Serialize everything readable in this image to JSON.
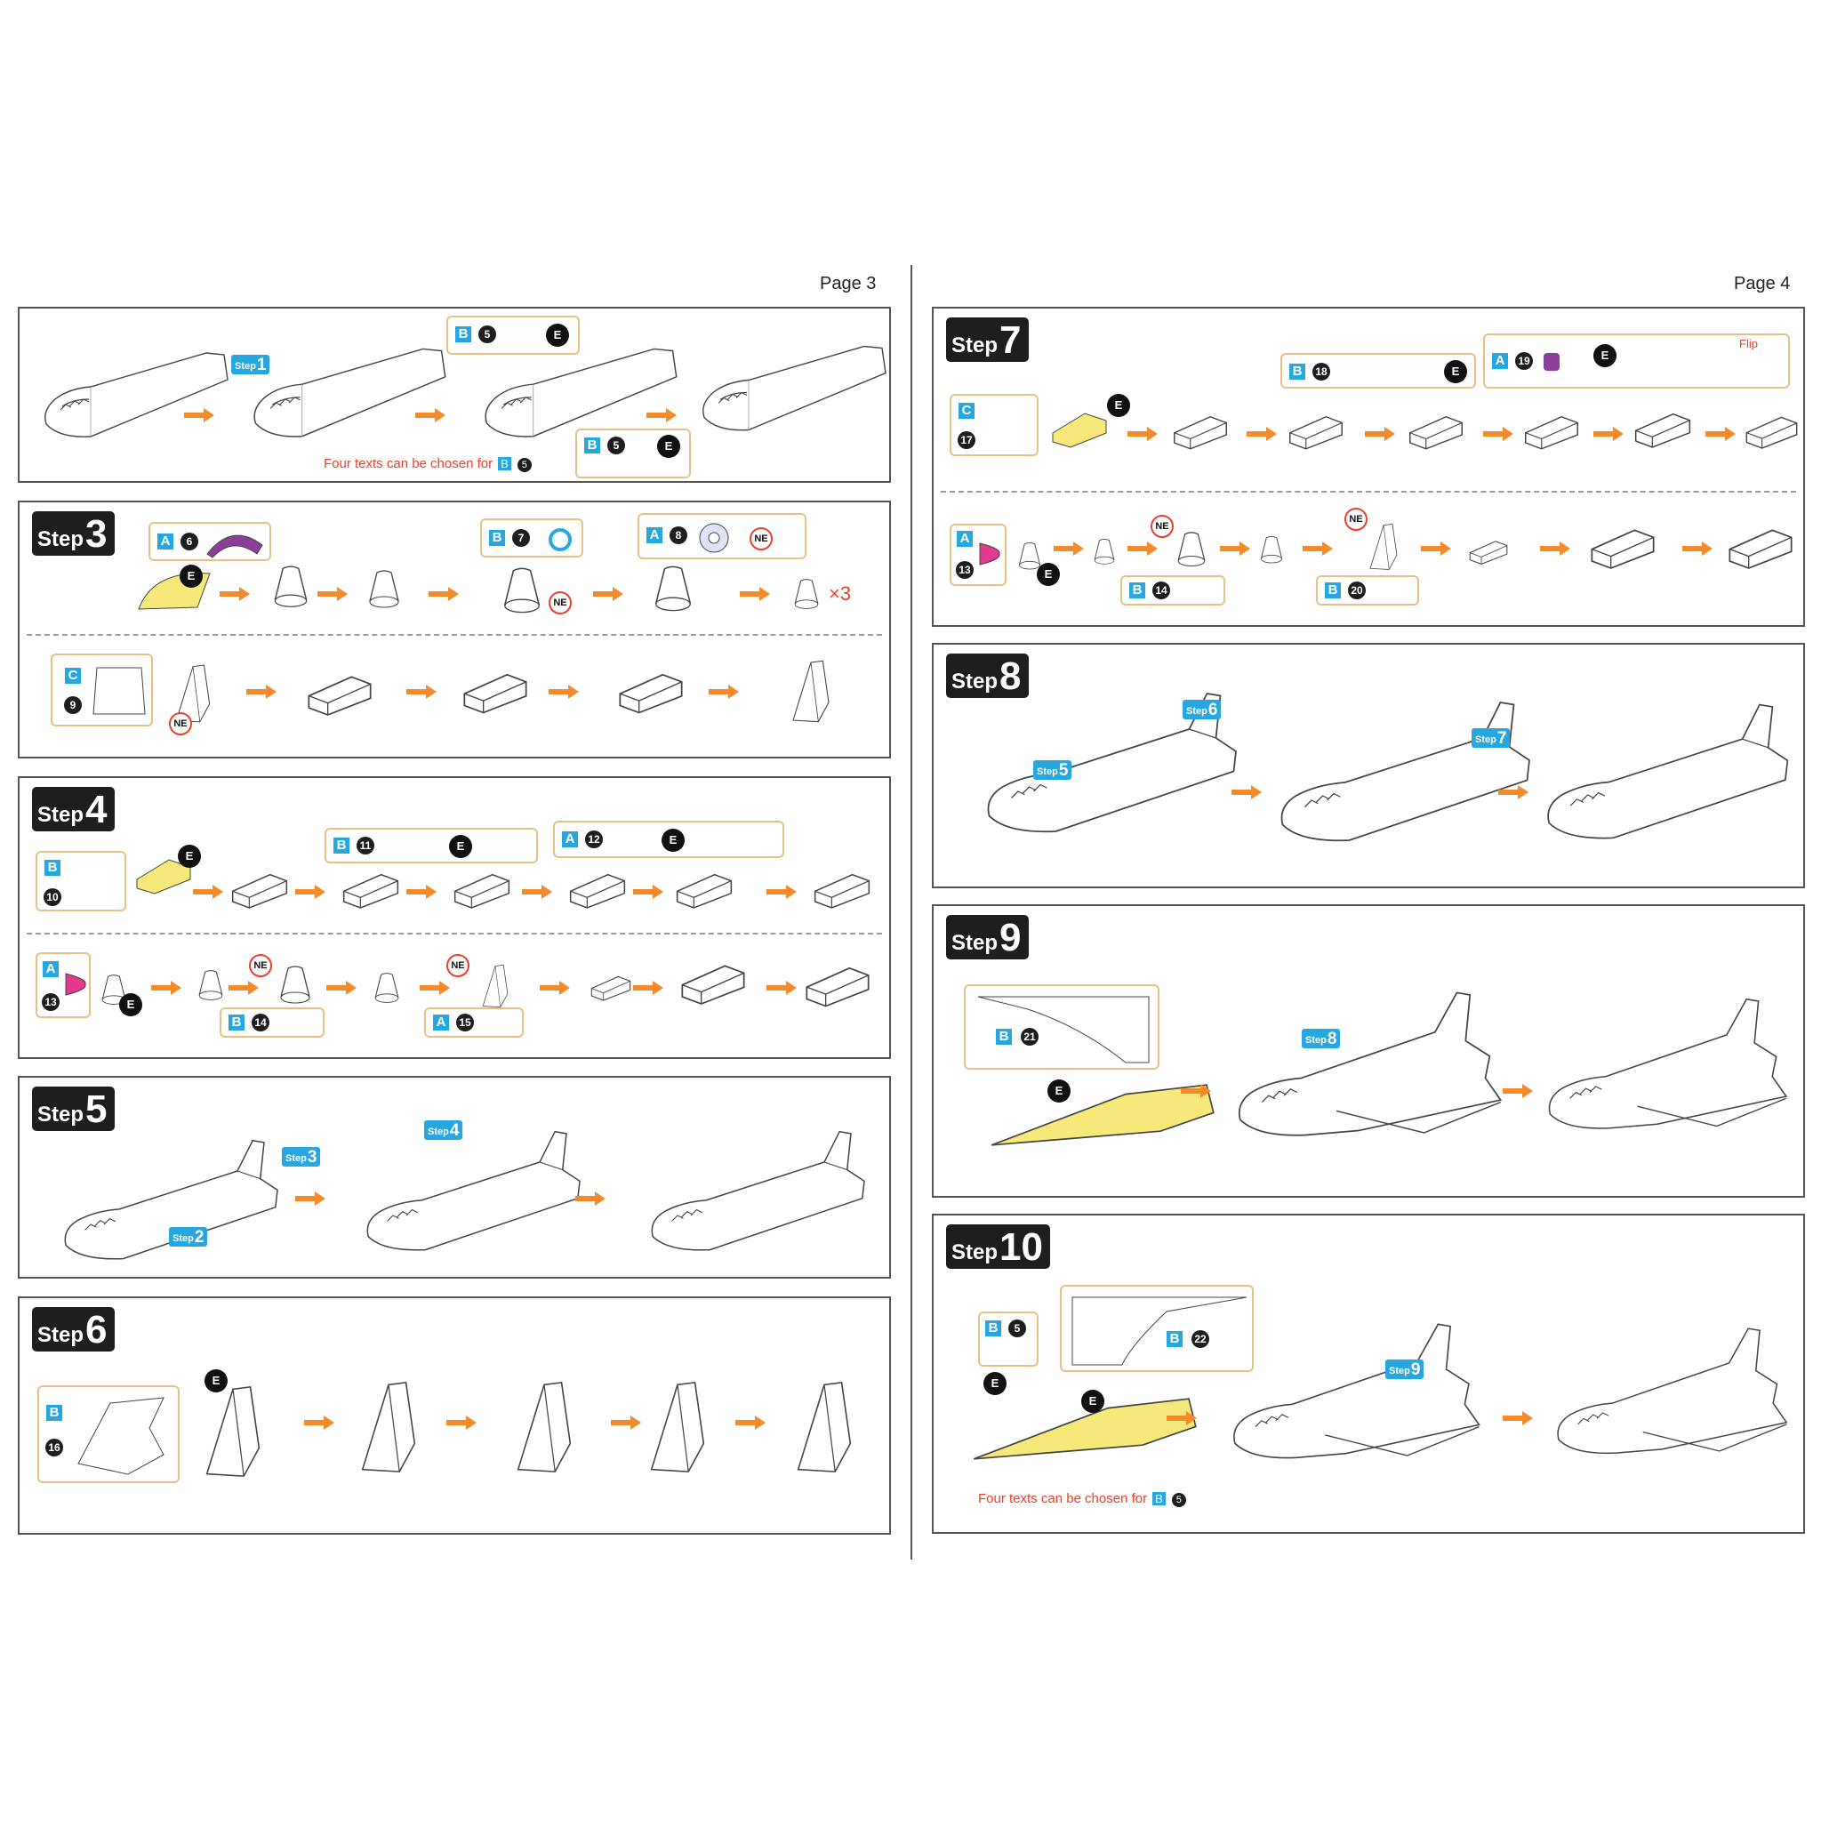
{
  "pages": {
    "left": "Page 3",
    "right": "Page 4"
  },
  "step_word": "Step",
  "steps": {
    "s3": "3",
    "s4": "4",
    "s5": "5",
    "s6": "6",
    "s7": "7",
    "s8": "8",
    "s9": "9",
    "s10": "10"
  },
  "step_tags": {
    "t1": "1",
    "t2": "2",
    "t3": "3",
    "t4": "4",
    "t5": "5",
    "t6": "6",
    "t7": "7",
    "t8": "8",
    "t9": "9"
  },
  "note": {
    "text": "Four texts can be chosen for",
    "plate": "B",
    "num": "5"
  },
  "labels": {
    "e": "E",
    "ne": "NE",
    "flip": "Flip",
    "x3": "×3"
  },
  "plates": {
    "a": "A",
    "b": "B",
    "c": "C"
  },
  "parts": {
    "p5": "5",
    "p6": "6",
    "p7": "7",
    "p8": "8",
    "p9": "9",
    "p10": "10",
    "p11": "11",
    "p12": "12",
    "p13": "13",
    "p14": "14",
    "p15": "15",
    "p16": "16",
    "p17": "17",
    "p18": "18",
    "p19": "19",
    "p20": "20",
    "p21": "21",
    "p22": "22"
  },
  "colors": {
    "arrow": "#f58a2a",
    "accent": "#27a7e0",
    "highlight": "#f6e97a",
    "red": "#e8412b",
    "green": "#1aa05a",
    "purple": "#8a3f9a",
    "magenta": "#e23a8e"
  }
}
